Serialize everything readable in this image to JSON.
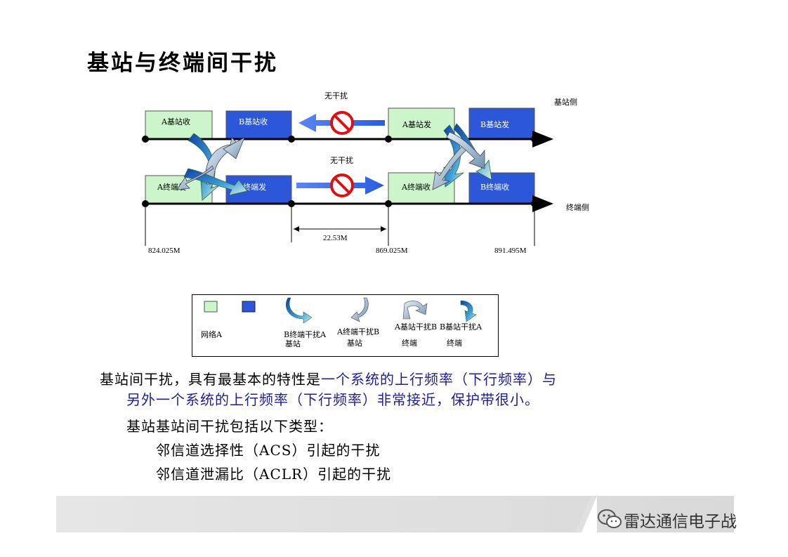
{
  "title": "基站与终端间干扰",
  "diagram": {
    "no_interference_top": "无干扰",
    "no_interference_bottom": "无干扰",
    "base_side": "基站侧",
    "terminal_side": "终端侧",
    "blocks": {
      "a_base_rx": "A基站收",
      "b_base_rx": "B基站收",
      "a_base_tx": "A基站发",
      "b_base_tx": "B基站发",
      "a_term_tx": "A终端发",
      "b_term_tx": "B终端发",
      "a_term_rx": "A终端收",
      "b_term_rx": "B终端收"
    },
    "gap": "22.53M",
    "freq_1": "824.025M",
    "freq_2": "869.025M",
    "freq_3": "891.495M",
    "colors": {
      "network_a": "#ccf5cc",
      "network_b": "#2b57d8",
      "arrow": "#3366ee",
      "prohibit": "#dd1111"
    }
  },
  "legend": {
    "network_a": "网络A",
    "b_term_interferes_a_base_1": "B终端干扰A",
    "b_term_interferes_a_base_2": "基站",
    "a_term_interferes_b_base_1": "A终端干扰B",
    "a_term_interferes_b_base_2": "基站",
    "a_base_interferes_b_term_1": "A基站干扰B",
    "a_base_interferes_b_term_2": "终端",
    "b_base_interferes_a_term_1": "B基站干扰A",
    "b_base_interferes_a_term_2": "终端"
  },
  "body": {
    "line1_a": "基站间干扰，具有最基本的特性是",
    "line1_b": "一个系统的上行频率（下行频率）与",
    "line2": "另外一个系统的上行频率（下行频率）非常接近，保护带很小。",
    "line3": "基站基站间干扰包括以下类型：",
    "line4": "邻信道选择性（ACS）引起的干扰",
    "line5": "邻信道泄漏比（ACLR）引起的干扰"
  },
  "footer": {
    "brand": "雷达通信电子战"
  }
}
